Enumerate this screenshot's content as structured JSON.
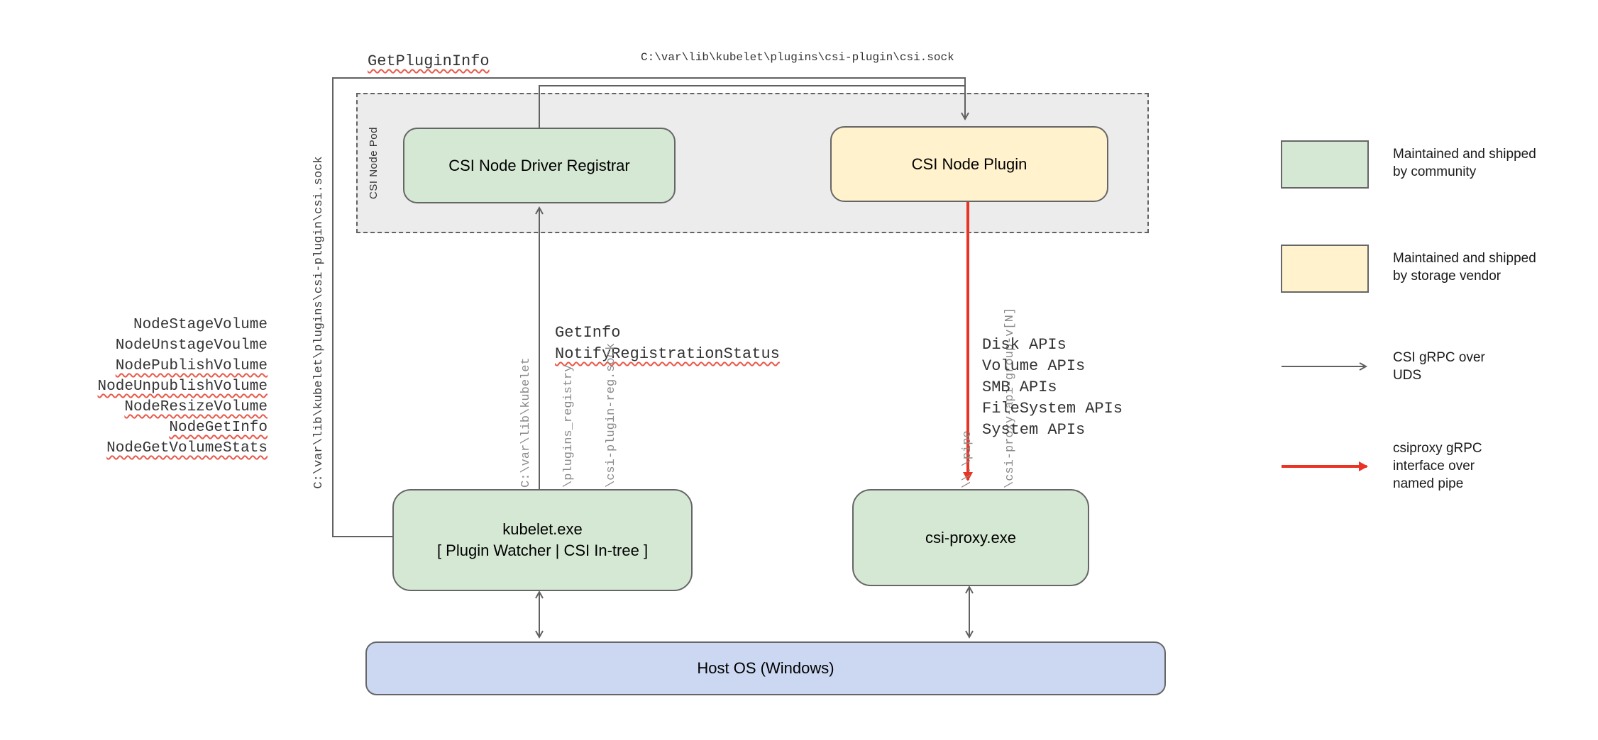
{
  "pod": {
    "label": "CSI Node Pod"
  },
  "nodes": {
    "registrar": {
      "label": "CSI Node Driver Registrar"
    },
    "plugin": {
      "label": "CSI Node Plugin"
    },
    "kubelet": {
      "line1": "kubelet.exe",
      "line2": "[ Plugin Watcher | CSI In-tree ]"
    },
    "csi_proxy": {
      "label": "csi-proxy.exe"
    },
    "host_os": {
      "label": "Host OS (Windows)"
    }
  },
  "edge_labels": {
    "get_plugin_info": {
      "text": "GetPluginInfo",
      "squiggle": true
    },
    "csi_sock_top": {
      "text": "C:\\var\\lib\\kubelet\\plugins\\csi-plugin\\csi.sock",
      "squiggle": false
    },
    "csi_sock_vertical": {
      "text": "C:\\var\\lib\\kubelet\\plugins\\csi-plugin\\csi.sock",
      "squiggle": false
    },
    "get_info": {
      "text": "GetInfo",
      "squiggle": false
    },
    "notify_registration_status": {
      "text": "NotifyRegistrationStatus",
      "squiggle": true
    },
    "registration_sock": [
      "C:\\var\\lib\\kubelet",
      "\\plugins_registry",
      "\\csi-plugin-reg.sock"
    ],
    "named_pipe": [
      "\\\\.\\pipe",
      "\\csi-proxy-api-group-v[N]"
    ]
  },
  "node_calls": [
    {
      "text": "NodeStageVolume",
      "squiggle": false
    },
    {
      "text": "NodeUnstageVoulme",
      "squiggle": false
    },
    {
      "text": "NodePublishVolume",
      "squiggle": true
    },
    {
      "text": "NodeUnpublishVolume",
      "squiggle": true
    },
    {
      "text": "NodeResizeVolume",
      "squiggle": true
    },
    {
      "text": "NodeGetInfo",
      "squiggle": true
    },
    {
      "text": "NodeGetVolumeStats",
      "squiggle": true
    }
  ],
  "api_list": [
    "Disk APIs",
    "Volume APIs",
    "SMB APIs",
    "FileSystem APIs",
    "System APIs"
  ],
  "legend": {
    "community": "Maintained and shipped by community",
    "vendor": "Maintained and shipped by storage vendor",
    "uds": "CSI gRPC over UDS",
    "pipe": "csiproxy gRPC interface over named pipe"
  },
  "colors": {
    "community_fill": "#d5e8d4",
    "vendor_fill": "#fff2cc",
    "host_fill": "#ccd8f2",
    "pod_fill": "#ececec",
    "line_gray": "#616161",
    "arrow_red": "#ea3323",
    "squiggle_red": "#e8594a"
  }
}
